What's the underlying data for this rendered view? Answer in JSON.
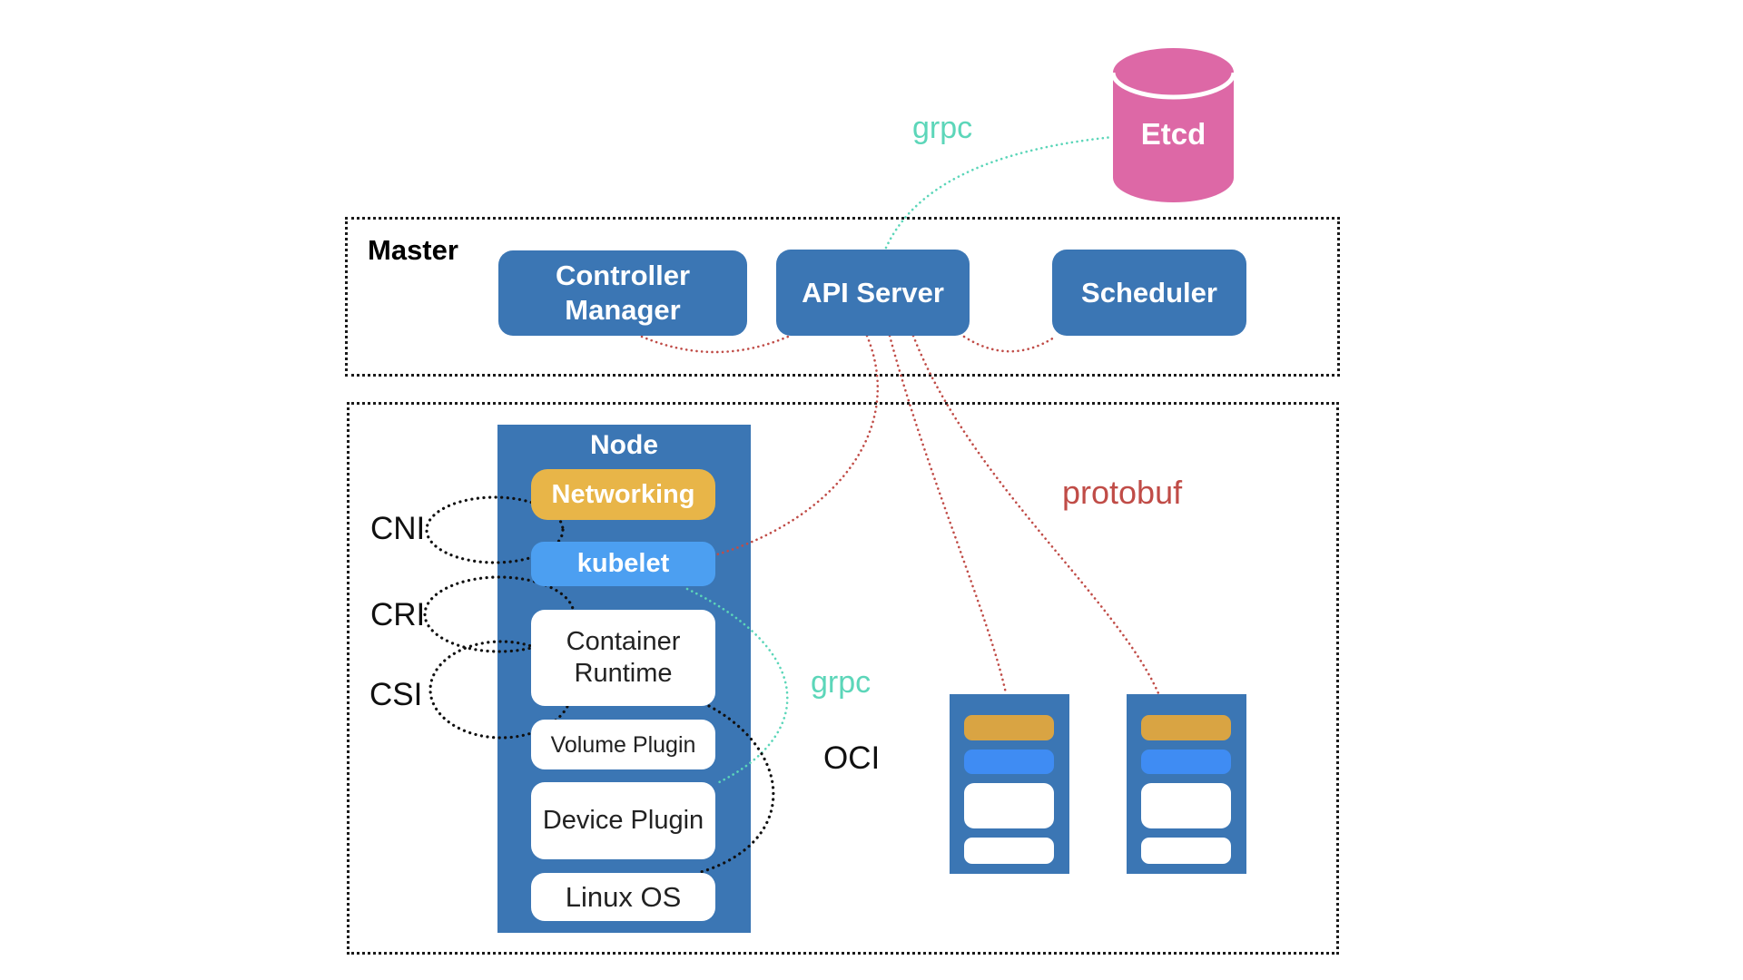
{
  "etcd": {
    "label": "Etcd"
  },
  "master": {
    "label": "Master",
    "controller_manager": "Controller Manager",
    "api_server": "API Server",
    "scheduler": "Scheduler"
  },
  "node": {
    "label": "Node",
    "networking": "Networking",
    "kubelet": "kubelet",
    "container_runtime": "Container Runtime",
    "volume_plugin": "Volume Plugin",
    "device_plugin": "Device Plugin",
    "linux_os": "Linux OS"
  },
  "interfaces": {
    "cni": "CNI",
    "cri": "CRI",
    "csi": "CSI"
  },
  "protocols": {
    "grpc_etcd": "grpc",
    "grpc_runtime": "grpc",
    "protobuf": "protobuf",
    "oci": "OCI"
  },
  "colors": {
    "blue": "#3B76B4",
    "kubelet_blue": "#4C9FF1",
    "bar_blue": "#3F8CF3",
    "yellow": "#E8B548",
    "bar_yellow": "#D9A443",
    "pink": "#DD68A6",
    "teal": "#5CD6B9",
    "red": "#C04C47",
    "ink": "#1A1A1A"
  }
}
